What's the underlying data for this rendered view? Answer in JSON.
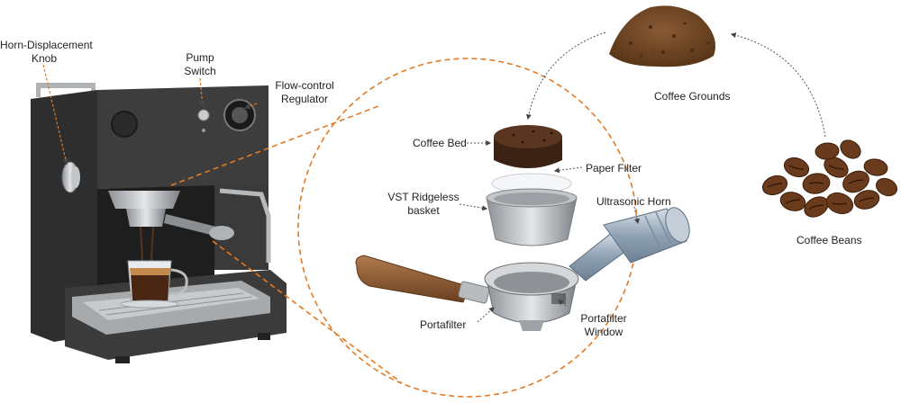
{
  "labels": {
    "horn_knob_1": "Horn-Displacement",
    "horn_knob_2": "Knob",
    "pump_1": "Pump",
    "pump_2": "Switch",
    "flow_1": "Flow-control",
    "flow_2": "Regulator",
    "coffee_grounds": "Coffee Grounds",
    "coffee_bed": "Coffee Bed",
    "paper_filter": "Paper Filter",
    "vst_1": "VST Ridgeless",
    "vst_2": "basket",
    "ultrasonic_horn": "Ultrasonic Horn",
    "portafilter": "Portafilter",
    "pf_window_1": "Portafilter",
    "pf_window_2": "Window",
    "coffee_beans": "Coffee Beans"
  },
  "colors": {
    "accent_dashed": "#E07B28",
    "arrow_grey": "#555555",
    "machine_body": "#3a3a3a",
    "steel": "#b9bcbf",
    "wood": "#8a5a35",
    "coffee": "#3b2416",
    "grounds": "#6b4226",
    "bean": "#5a3219",
    "horn_blue": "#9fb0c0"
  },
  "icons": [
    "espresso-machine",
    "coffee-cup",
    "coffee-bed-puck",
    "paper-filter-disc",
    "filter-basket",
    "portafilter",
    "ultrasonic-horn",
    "coffee-grounds-pile",
    "coffee-beans"
  ]
}
